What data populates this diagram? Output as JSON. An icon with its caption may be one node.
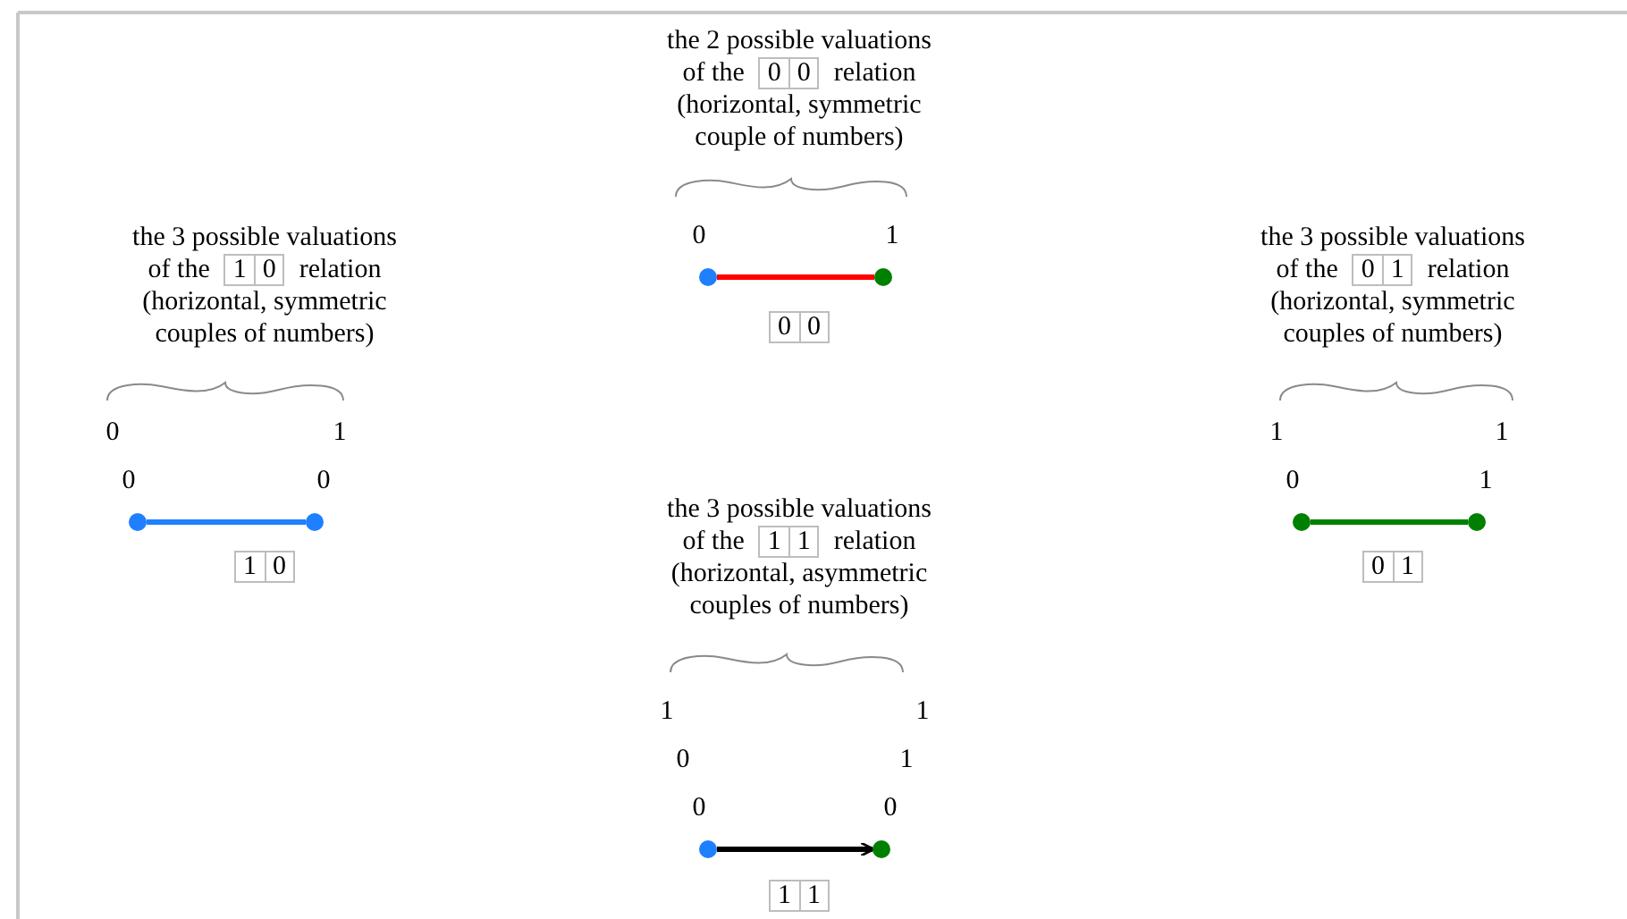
{
  "diagram": {
    "nodes": [
      {
        "text": [],
        "shape": "circle",
        "beside": [
          "0"
        ]
      },
      {
        "text": [],
        "shape": "circle",
        "beside": [
          "1"
        ]
      },
      {
        "text": [],
        "shape": "circle",
        "beside": [
          "0",
          "0"
        ]
      },
      {
        "text": [],
        "shape": "circle",
        "beside": [
          "1",
          "0"
        ]
      },
      {
        "text": [],
        "shape": "circle",
        "beside": [
          "1",
          "0"
        ]
      },
      {
        "text": [],
        "shape": "circle",
        "beside": [
          "1",
          "1"
        ]
      },
      {
        "text": [],
        "shape": "circle",
        "beside": [
          "1",
          "0",
          "0"
        ]
      },
      {
        "text": [],
        "shape": "circle",
        "beside": [
          "1",
          "1",
          "0"
        ]
      }
    ],
    "edges": [
      {
        "from": 0,
        "to": 1,
        "arrow": "none",
        "color": "#ff0000"
      },
      {
        "from": 2,
        "to": 3,
        "arrow": "none",
        "color": "#1e7fff"
      },
      {
        "from": 4,
        "to": 5,
        "arrow": "none",
        "color": "#008000"
      },
      {
        "from": 6,
        "to": 7,
        "arrow": "to",
        "color": "#000000"
      }
    ],
    "labels": [
      "the 2 possible valuations",
      "of the",
      "0",
      "0",
      "relation",
      "(horizontal, symmetric couple of numbers)",
      "0",
      "0",
      "the 3 possible valuations",
      "of the",
      "1",
      "0",
      "relation",
      "(horizontal, symmetric couples of numbers)",
      "1",
      "0",
      "the 3 possible valuations",
      "of the",
      "0",
      "1",
      "relation",
      "(horizontal, symmetric couples of numbers)",
      "0",
      "1",
      "the 3 possible valuations",
      "of the",
      "1",
      "1",
      "relation",
      "(horizontal, asymmetric couples of numbers)",
      "1",
      "1"
    ]
  }
}
